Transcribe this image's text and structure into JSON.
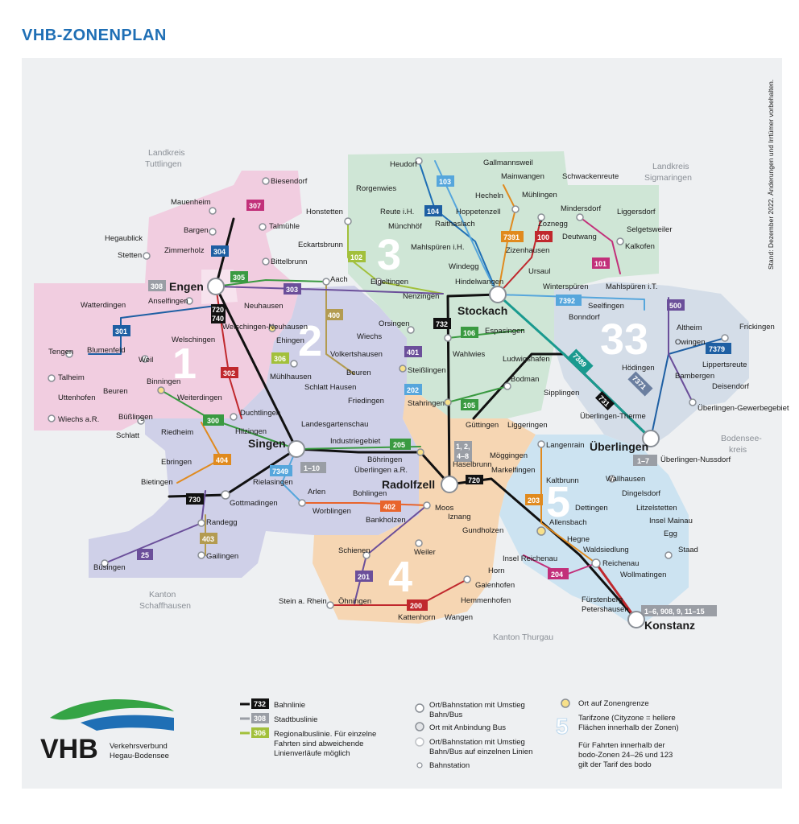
{
  "title": "VHB-ZONENPLAN",
  "stand": "Stand: Dezember 2022. Änderungen und Irrtümer vorbehalten.",
  "regions": [
    "Landkreis Tuttlingen",
    "Landkreis Sigmaringen",
    "Bodensee-kreis",
    "Kanton Schaffhausen",
    "Kanton Thurgau"
  ],
  "zones": [
    "1",
    "2",
    "3",
    "33",
    "4",
    "5"
  ],
  "cities": [
    "Engen",
    "Singen",
    "Radolfzell",
    "Stockach",
    "Überlingen",
    "Konstanz"
  ],
  "stations": [
    "Biesendorf",
    "Mauenheim",
    "Talmühle",
    "Bargen",
    "Hegaublick",
    "Stetten",
    "Zimmerholz",
    "Bittelbrunn",
    "Anselfingen",
    "Watterdingen",
    "Neuhausen",
    "Welschingen-Neuhausen",
    "Welschingen",
    "Ehingen",
    "Tengen",
    "Blumenfeld",
    "Weil",
    "Talheim",
    "Uttenhofen",
    "Wiechs a.R.",
    "Binningen",
    "Beuren",
    "Weiterdingen",
    "Büßlingen",
    "Schlatt",
    "Riedheim",
    "Duchtlingen",
    "Hilzingen",
    "Mühlhausen",
    "Schlatt Hausen",
    "Landesgartenschau",
    "Aach",
    "Volkertshausen",
    "Beuren",
    "Friedingen",
    "Wiechs",
    "Orsingen",
    "Steißlingen",
    "Stahringen",
    "Wahlwies",
    "Espasingen",
    "Ludwigshafen",
    "Bodman",
    "Heudorf",
    "Rorgenwies",
    "Honstetten",
    "Reute i.H.",
    "Münchhöf",
    "Eckartsbrunn",
    "Eigeltingen",
    "Nenzingen",
    "Hindelwangen",
    "Windegg",
    "Mahlspüren i.H.",
    "Raithaslach",
    "Hoppetenzell",
    "Gallmannsweil",
    "Mainwangen",
    "Hecheln",
    "Mühlingen",
    "Schwackenreute",
    "Zoznegg",
    "Zizenhausen",
    "Ursaul",
    "Mindersdorf",
    "Liggersdorf",
    "Selgetsweiler",
    "Deutwang",
    "Kalkofen",
    "Winterspüren",
    "Mahlspüren i.T.",
    "Seelfingen",
    "Bonndorf",
    "Altheim",
    "Frickingen",
    "Owingen",
    "Lippertsreute",
    "Bambergen",
    "Deisendorf",
    "Hödingen",
    "Sipplingen",
    "Überlingen-Gewerbegebiet",
    "Überlingen-Therme",
    "Überlingen-Nussdorf",
    "Industriegebiet",
    "Böhringen",
    "Überlingen a.R.",
    "Rielasingen",
    "Arlen",
    "Bohlingen",
    "Worblingen",
    "Gottmadingen",
    "Ebringen",
    "Bietingen",
    "Randegg",
    "Gailingen",
    "Büsingen",
    "Güttingen",
    "Liggeringen",
    "Möggingen",
    "Markelfingen",
    "Haselbrunn",
    "Moos",
    "Iznang",
    "Gundholzen",
    "Weiler",
    "Bankholzen",
    "Schienen",
    "Horn",
    "Gaienhofen",
    "Hemmenhofen",
    "Wangen",
    "Kattenhorn",
    "Öhningen",
    "Stein a. Rhein",
    "Langenrain",
    "Kaltbrunn",
    "Wallhausen",
    "Dingelsdorf",
    "Dettingen",
    "Litzelstetten",
    "Insel Mainau",
    "Egg",
    "Staad",
    "Allensbach",
    "Hegne",
    "Waldsiedlung",
    "Reichenau",
    "Insel Reichenau",
    "Wollmatingen",
    "Fürstenberg",
    "Petershausen"
  ],
  "konstanz_badge": "1–6, 908, 9, 11–15",
  "legend": {
    "bahn": {
      "num": "732",
      "label": "Bahnlinie"
    },
    "stadt": {
      "num": "308",
      "label": "Stadtbuslinie"
    },
    "regio": {
      "num": "306",
      "label": "Regionalbuslinie. Für einzelne",
      "l2": "Fahrten sind abweichende",
      "l3": "Linienverläufe möglich"
    },
    "o1a": "Ort/Bahnstation mit Umstieg",
    "o1b": "Bahn/Bus",
    "o2": "Ort mit Anbindung Bus",
    "o3a": "Ort/Bahnstation mit Umstieg",
    "o3b": "Bahn/Bus auf einzelnen Linien",
    "o4": "Bahnstation",
    "o5": "Ort auf Zonengrenze",
    "o6a": "Tarifzone (Cityzone = hellere",
    "o6b": "Flächen innerhalb der Zonen)",
    "zone_sample": "5",
    "n1": "Für Fahrten innerhalb der",
    "n2": "bodo-Zonen 24–26 und 123",
    "n3": "gilt der Tarif des bodo"
  },
  "logo": {
    "text": "VHB",
    "sub1": "Verkehrsverbund",
    "sub2": "Hegau-Bodensee"
  },
  "colors": {
    "zone1": "#f1cde0",
    "zone2": "#cfd0e8",
    "zone3": "#cfe6d6",
    "zone33": "#d4dde8",
    "zone4": "#f6d6b3",
    "zone5": "#cce3f1",
    "brand_blue": "#1f6fb5"
  }
}
